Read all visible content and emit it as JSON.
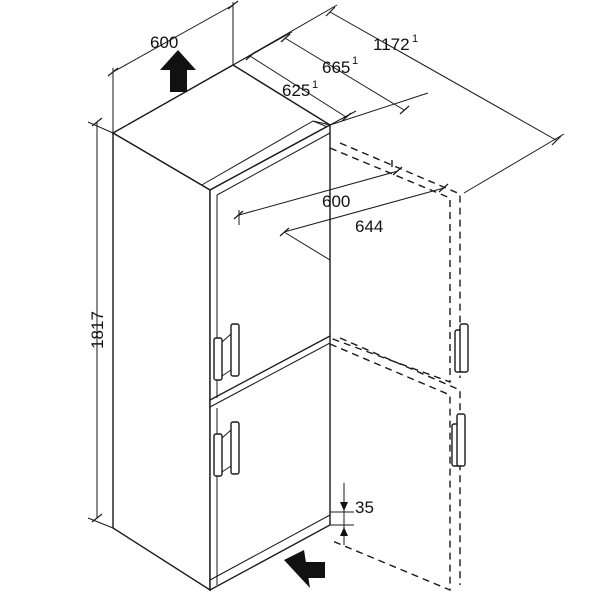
{
  "dimensions": {
    "width_top": "600",
    "depth_overall": "1172",
    "depth_overall_note": "1",
    "depth_open": "665",
    "depth_open_note": "1",
    "depth_body": "625",
    "depth_body_note": "1",
    "door_width": "600",
    "door_open_width": "644",
    "height": "1817",
    "plinth_gap": "35"
  },
  "icons": {
    "top_arrow": "airflow-up-arrow-icon",
    "bottom_arrow": "airflow-in-arrow-icon"
  }
}
